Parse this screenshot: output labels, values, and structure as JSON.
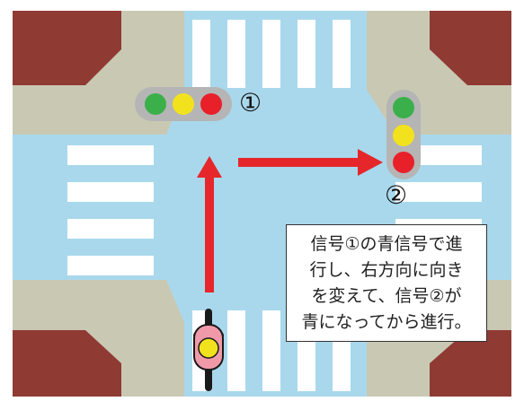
{
  "signal_1": {
    "label": "①",
    "orientation": "horizontal",
    "lamps": [
      "#3bb04a",
      "#f2e21d",
      "#e8202a"
    ]
  },
  "signal_2": {
    "label": "②",
    "orientation": "vertical",
    "lamps": [
      "#3bb04a",
      "#f2e21d",
      "#e8202a"
    ]
  },
  "caption": {
    "lines": [
      "信号①の青信号で進",
      "行し、右方向に向き",
      "を変えて、信号②が",
      "青になってから進行。"
    ]
  },
  "colors": {
    "road": "#a9d8ec",
    "sidewalk": "#c9c8b3",
    "building": "#8f3a33",
    "crosswalk": "#ffffff",
    "arrow": "#e5262b",
    "signal_housing": "#b5b5b5",
    "motorcycle_body": "#f09aa9",
    "helmet": "#f2e21d"
  }
}
